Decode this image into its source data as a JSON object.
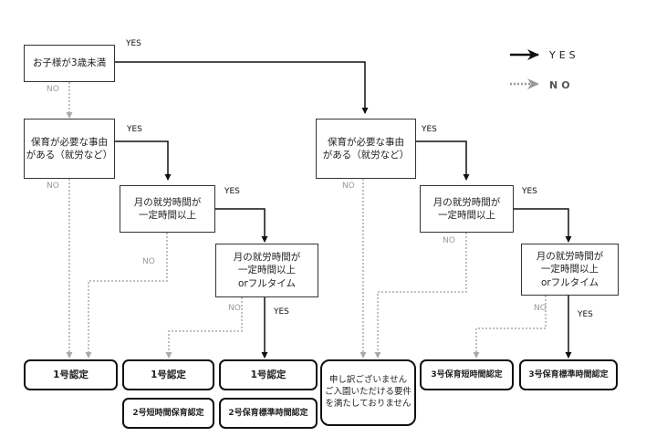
{
  "legend": {
    "yes": "YES",
    "no": "NO"
  },
  "nodes": {
    "age_check": "お子様が3歳未満",
    "need_left": "保育が必要な事由\nがある（就労など）",
    "hours_left": "月の就労時間が\n一定時間以上",
    "fulltime_left": "月の就労時間が\n一定時間以上\norフルタイム",
    "need_right": "保育が必要な事由\nがある（就労など）",
    "hours_right": "月の就労時間が\n一定時間以上",
    "fulltime_right": "月の就労時間が\n一定時間以上\norフルタイム"
  },
  "results": {
    "r1": "1号認定",
    "r2": "1号認定",
    "r3": "1号認定",
    "r4": "2号短時間保育認定",
    "r5": "2号保育標準時間認定",
    "r6": "申し訳ございません\nご入園いただける要件\nを満たしておりません",
    "r7": "3号保育短時間認定",
    "r8": "3号保育標準時間認定"
  },
  "edge_labels": {
    "yes": "YES",
    "no": "NO"
  },
  "colors": {
    "yes_line": "#111111",
    "no_line": "#aaaaaa",
    "legend_no": "#999999"
  }
}
